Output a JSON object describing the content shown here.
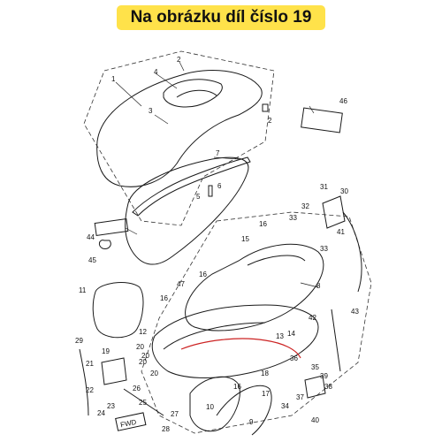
{
  "banner": {
    "text": "Na obrázku díl číslo 19",
    "bg_color": "#ffe24a",
    "text_color": "#111111"
  },
  "diagram": {
    "labels": [
      "1",
      "2",
      "2",
      "3",
      "4",
      "5",
      "6",
      "7",
      "8",
      "9",
      "10",
      "11",
      "12",
      "13",
      "14",
      "15",
      "16",
      "16",
      "16",
      "16",
      "17",
      "18",
      "19",
      "20",
      "20",
      "20",
      "20",
      "21",
      "22",
      "23",
      "24",
      "25",
      "26",
      "27",
      "28",
      "29",
      "30",
      "31",
      "32",
      "33",
      "33",
      "34",
      "35",
      "36",
      "37",
      "38",
      "39",
      "40",
      "41",
      "42",
      "43",
      "44",
      "45",
      "46",
      "47"
    ],
    "badge": "FWD"
  }
}
